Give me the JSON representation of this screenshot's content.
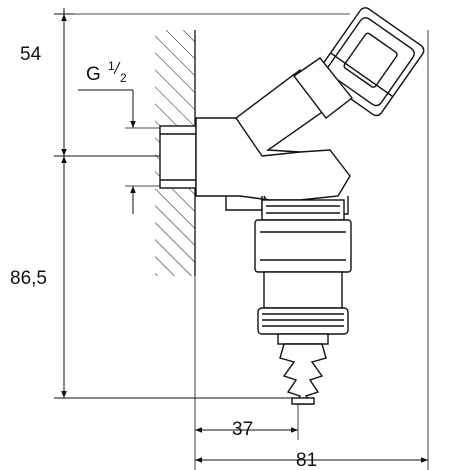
{
  "dimensions": {
    "height_top": "54",
    "height_bottom": "86,5",
    "width_outlet": "37",
    "width_total": "81"
  },
  "thread": {
    "prefix": "G",
    "numerator": "1",
    "denominator": "2"
  }
}
